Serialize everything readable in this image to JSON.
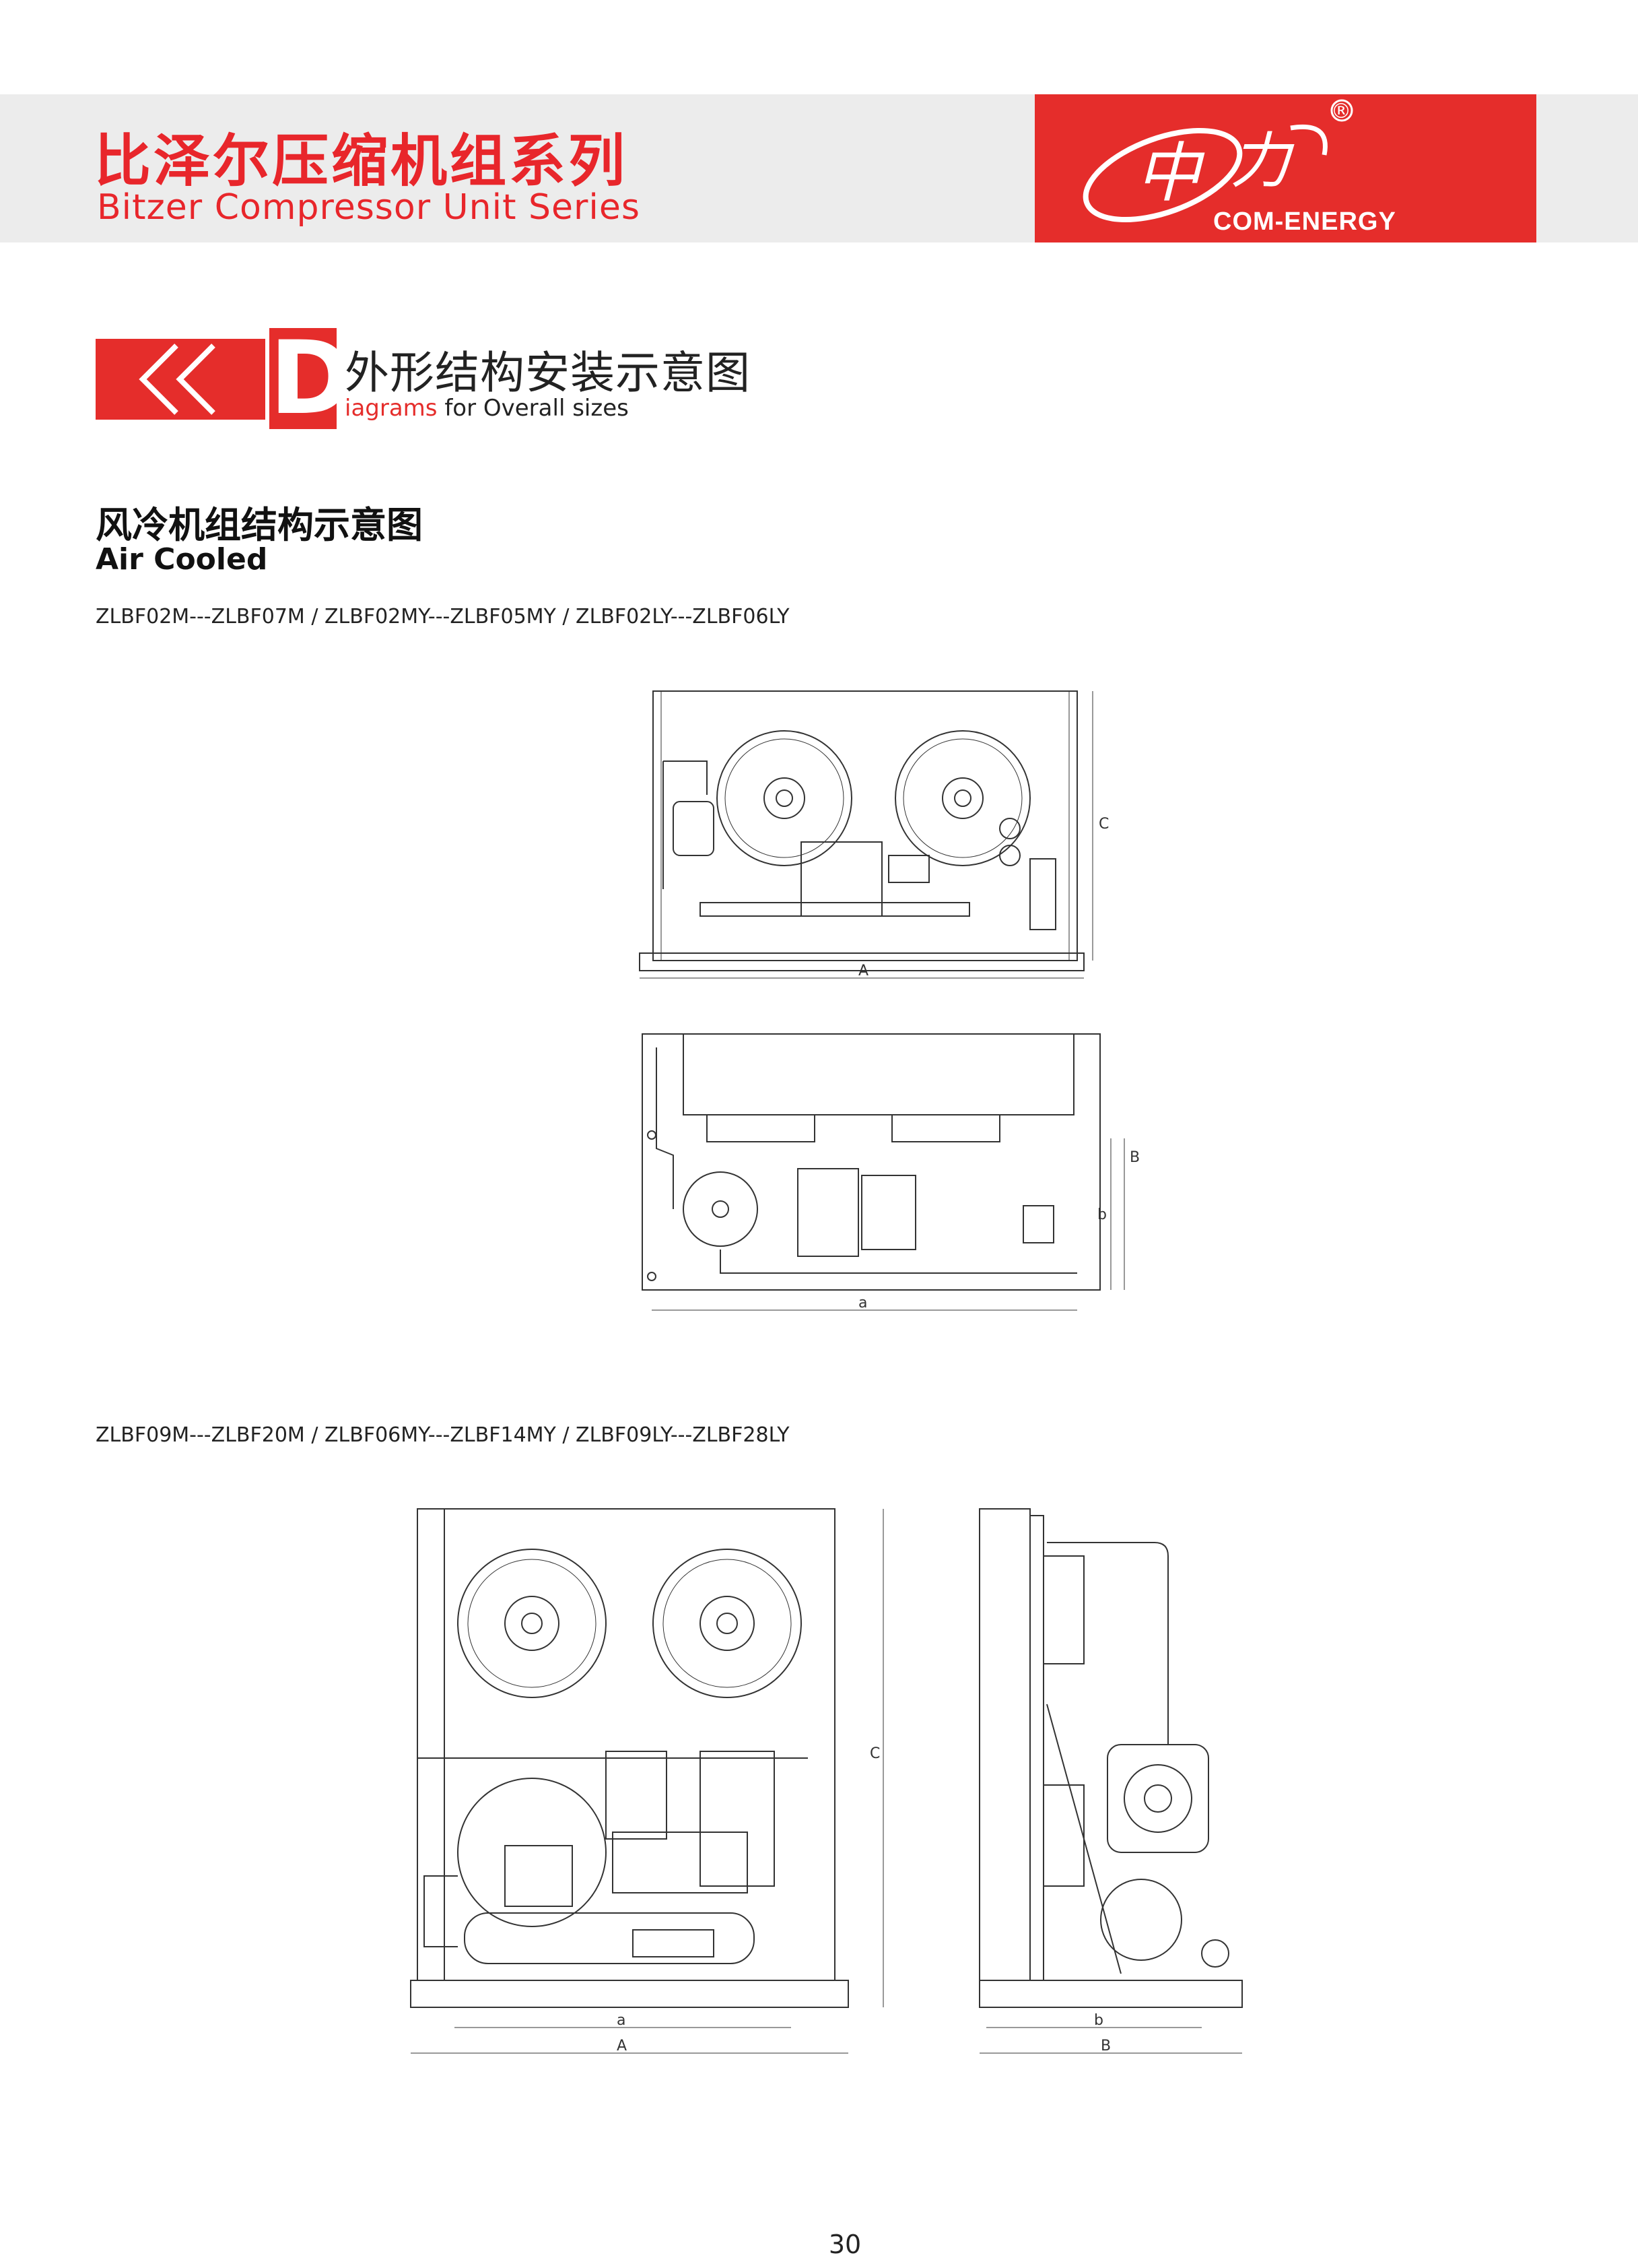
{
  "header": {
    "title_cn": "比泽尔压缩机组系列",
    "title_en": "Bitzer Compressor Unit Series",
    "logo_text": "COM-ENERGY",
    "logo_registered": "®",
    "logo_icon": "com-energy-logo-icon"
  },
  "section": {
    "letter": "D",
    "title_cn": "外形结构安装示意图",
    "title_en_first": "iagrams",
    "title_en_rest": " for Overall sizes"
  },
  "subsection": {
    "title_cn": "风冷机组结构示意图",
    "title_en": "Air Cooled"
  },
  "models": {
    "group1": "ZLBF02M---ZLBF07M / ZLBF02MY---ZLBF05MY / ZLBF02LY---ZLBF06LY",
    "group2": "ZLBF09M---ZLBF20M / ZLBF06MY---ZLBF14MY / ZLBF09LY---ZLBF28LY"
  },
  "dimensions": {
    "front1": {
      "width": "A",
      "height": "C"
    },
    "top1": {
      "width": "a",
      "depth": "B",
      "inner_depth": "b"
    },
    "front2": {
      "inner_width": "a",
      "width": "A",
      "height": "C"
    },
    "side2": {
      "inner_depth": "b",
      "depth": "B"
    }
  },
  "page_number": "30",
  "colors": {
    "accent": "#e52d2b",
    "header_band": "#ececec"
  }
}
